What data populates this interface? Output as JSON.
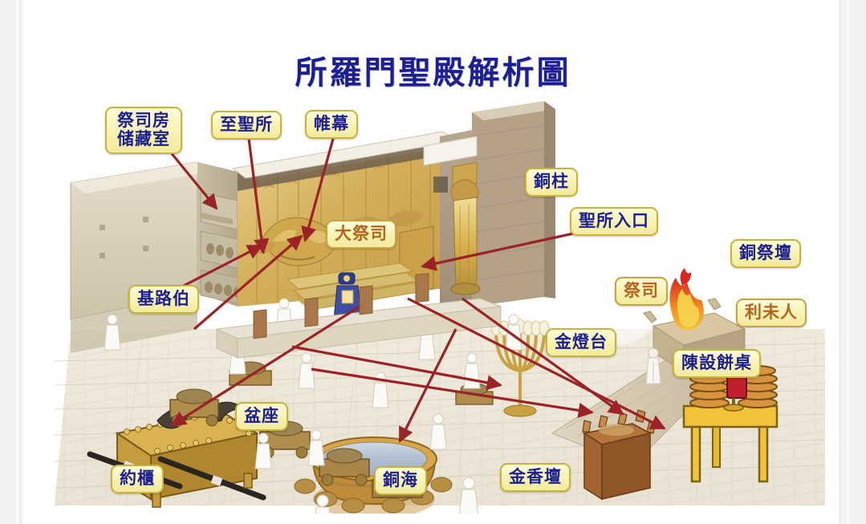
{
  "page": {
    "title": "所羅門聖殿解析圖",
    "title_color": "#1b1f8f",
    "background": "#ffffff",
    "gutter_color": "#f2f2f2"
  },
  "diagram": {
    "subject": "Solomon's Temple cutaway illustration",
    "arrow_color": "#9b2226",
    "label_fill": "#f7f2b4",
    "label_border": "#c8b43a",
    "label_text_blue": "#1b1f8f",
    "label_text_orange": "#b5651d"
  },
  "labels": [
    {
      "id": "priest-rooms",
      "line1": "祭司房",
      "line2": "储藏室",
      "color": "blue"
    },
    {
      "id": "holy-of-holies",
      "line1": "至聖所",
      "color": "blue"
    },
    {
      "id": "veil",
      "line1": "帷幕",
      "color": "blue"
    },
    {
      "id": "bronze-pillar",
      "line1": "銅柱",
      "color": "blue"
    },
    {
      "id": "holy-entrance",
      "line1": "聖所入口",
      "color": "blue"
    },
    {
      "id": "bronze-altar",
      "line1": "銅祭壇",
      "color": "blue"
    },
    {
      "id": "high-priest",
      "line1": "大祭司",
      "color": "orange"
    },
    {
      "id": "cherubim",
      "line1": "基路伯",
      "color": "blue"
    },
    {
      "id": "priest",
      "line1": "祭司",
      "color": "orange"
    },
    {
      "id": "levite",
      "line1": "利未人",
      "color": "orange"
    },
    {
      "id": "lampstand",
      "line1": "金燈台",
      "color": "blue"
    },
    {
      "id": "showbread",
      "line1": "陳設餅桌",
      "color": "blue"
    },
    {
      "id": "laver-stand",
      "line1": "盆座",
      "color": "blue"
    },
    {
      "id": "ark",
      "line1": "約櫃",
      "color": "blue"
    },
    {
      "id": "bronze-sea",
      "line1": "銅海",
      "color": "blue"
    },
    {
      "id": "incense-altar",
      "line1": "金香壇",
      "color": "blue"
    }
  ]
}
